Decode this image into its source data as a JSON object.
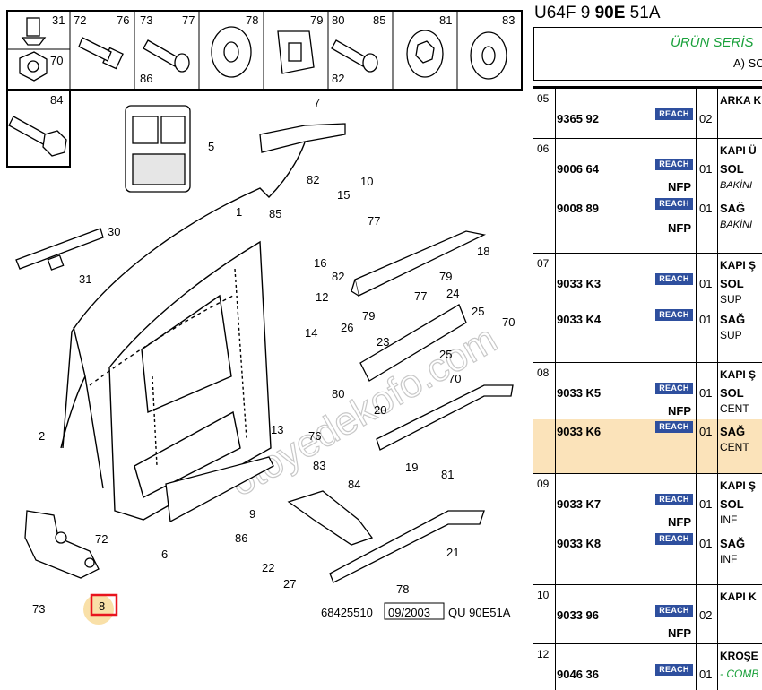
{
  "header": {
    "code_prefix": "U64F 9 ",
    "code_bold": "90E",
    "code_suffix": " 51A"
  },
  "series": {
    "title": "ÜRÜN SERİS",
    "subtitle": "A) SC"
  },
  "diagram": {
    "footer_ref": "68425510",
    "footer_date": "09/2003",
    "footer_code": "QU 90E51A",
    "watermark": "otoyedekofo.com",
    "thumb_labels": [
      "31",
      "72",
      "76",
      "73",
      "77",
      "78",
      "79",
      "80",
      "85",
      "81",
      "83",
      "70",
      "86",
      "82",
      "84"
    ],
    "callouts": [
      "7",
      "5",
      "10",
      "82",
      "15",
      "85",
      "1",
      "77",
      "30",
      "16",
      "18",
      "82",
      "79",
      "12",
      "31",
      "26",
      "79",
      "77",
      "24",
      "25",
      "70",
      "23",
      "14",
      "25",
      "70",
      "80",
      "13",
      "20",
      "2",
      "76",
      "19",
      "81",
      "83",
      "84",
      "9",
      "6",
      "86",
      "72",
      "22",
      "21",
      "27",
      "78",
      "73",
      "8"
    ],
    "highlighted_callout": "8",
    "highlight_color": "#e8141e"
  },
  "reach_label": "REACH",
  "nfp_label": "NFP",
  "rows": [
    {
      "group": "05",
      "items": [
        {
          "ref": "9365 92",
          "qty": "02",
          "nfp": false,
          "side": "",
          "note": ""
        }
      ],
      "desc": "ARKA K"
    },
    {
      "group": "06",
      "items": [
        {
          "ref": "9006 64",
          "qty": "01",
          "nfp": true,
          "side": "SOL",
          "note": "BAKİNI"
        },
        {
          "ref": "9008 89",
          "qty": "01",
          "nfp": true,
          "side": "SAĞ",
          "note": "BAKİNI"
        }
      ],
      "desc": "KAPI Ü"
    },
    {
      "group": "07",
      "items": [
        {
          "ref": "9033 K3",
          "qty": "01",
          "nfp": false,
          "side": "SOL",
          "note": "SUP"
        },
        {
          "ref": "9033 K4",
          "qty": "01",
          "nfp": false,
          "side": "SAĞ",
          "note": "SUP"
        }
      ],
      "desc": "KAPI Ş"
    },
    {
      "group": "08",
      "items": [
        {
          "ref": "9033 K5",
          "qty": "01",
          "nfp": true,
          "side": "SOL",
          "note": "CENT"
        },
        {
          "ref": "9033 K6",
          "qty": "01",
          "nfp": false,
          "side": "SAĞ",
          "note": "CENT"
        }
      ],
      "desc": "KAPI Ş"
    },
    {
      "group": "09",
      "items": [
        {
          "ref": "9033 K7",
          "qty": "01",
          "nfp": true,
          "side": "SOL",
          "note": "INF"
        },
        {
          "ref": "9033 K8",
          "qty": "01",
          "nfp": false,
          "side": "SAĞ",
          "note": "INF"
        }
      ],
      "desc": "KAPI Ş"
    },
    {
      "group": "10",
      "items": [
        {
          "ref": "9033 96",
          "qty": "02",
          "nfp": true,
          "side": "",
          "note": ""
        }
      ],
      "desc": "KAPI K"
    },
    {
      "group": "12",
      "items": [
        {
          "ref": "9046 36",
          "qty": "01",
          "nfp": false,
          "side": "",
          "note": "- COMB"
        }
      ],
      "desc": "KROŞE"
    }
  ],
  "highlighted_ref": "9033 K6",
  "colors": {
    "reach_badge": "#2e4f9e",
    "series_green": "#19a03a",
    "row_highlight": "#fbe3ba",
    "callout_highlight_fill": "#f9e0a8"
  }
}
